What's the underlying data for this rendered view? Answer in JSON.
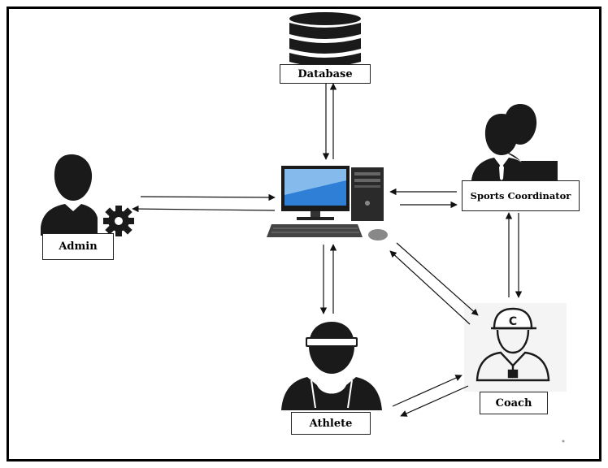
{
  "nodes": {
    "database": {
      "label": "Database",
      "icon": "database-icon"
    },
    "admin": {
      "label": "Admin",
      "icon": "admin-gear-icon"
    },
    "server": {
      "icon": "computer-icon"
    },
    "sports_coordinator": {
      "label": "Sports Coordinator",
      "icon": "group-users-icon"
    },
    "athlete": {
      "label": "Athlete",
      "icon": "athlete-icon"
    },
    "coach": {
      "label": "Coach",
      "icon": "coach-icon",
      "badge": "C"
    }
  },
  "colors": {
    "line": "#111111",
    "screen": "#2f7fd6",
    "screen_light": "#a9d4f5",
    "icon": "#1a1a1a"
  }
}
